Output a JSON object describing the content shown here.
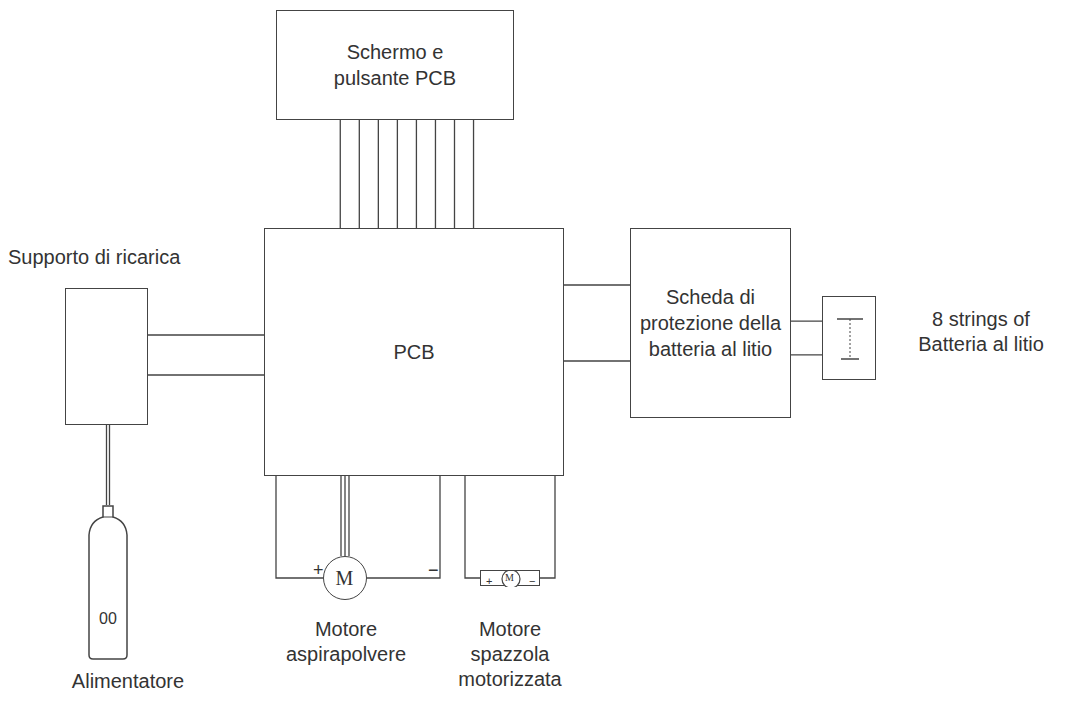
{
  "diagram": {
    "nodes": [
      {
        "text": [
          "Schermo e pulsante PCB"
        ]
      },
      {
        "text": [
          "Supporto di ricarica"
        ]
      },
      {
        "text": [
          "PCB"
        ]
      },
      {
        "text": [
          "Scheda di protezione della batteria al litio"
        ]
      },
      {
        "text": [
          "8 strings of Batteria al litio"
        ]
      },
      {
        "text": [
          "00",
          "Alimentatore"
        ]
      },
      {
        "text": [
          "M",
          "Motore aspirapolvere"
        ]
      },
      {
        "text": [
          "M",
          "Motore spazzola motorizzata"
        ]
      }
    ],
    "edges": [
      {
        "from": 0,
        "to": 2,
        "arrow": "none"
      },
      {
        "from": 1,
        "to": 2,
        "arrow": "none"
      },
      {
        "from": 2,
        "to": 3,
        "arrow": "none"
      },
      {
        "from": 3,
        "to": 4,
        "arrow": "none"
      },
      {
        "from": 5,
        "to": 1,
        "arrow": "none"
      },
      {
        "from": 6,
        "to": 2,
        "arrow": "none"
      },
      {
        "from": 7,
        "to": 2,
        "arrow": "none"
      }
    ],
    "labels": [
      "+",
      "−",
      "+",
      "−"
    ]
  }
}
